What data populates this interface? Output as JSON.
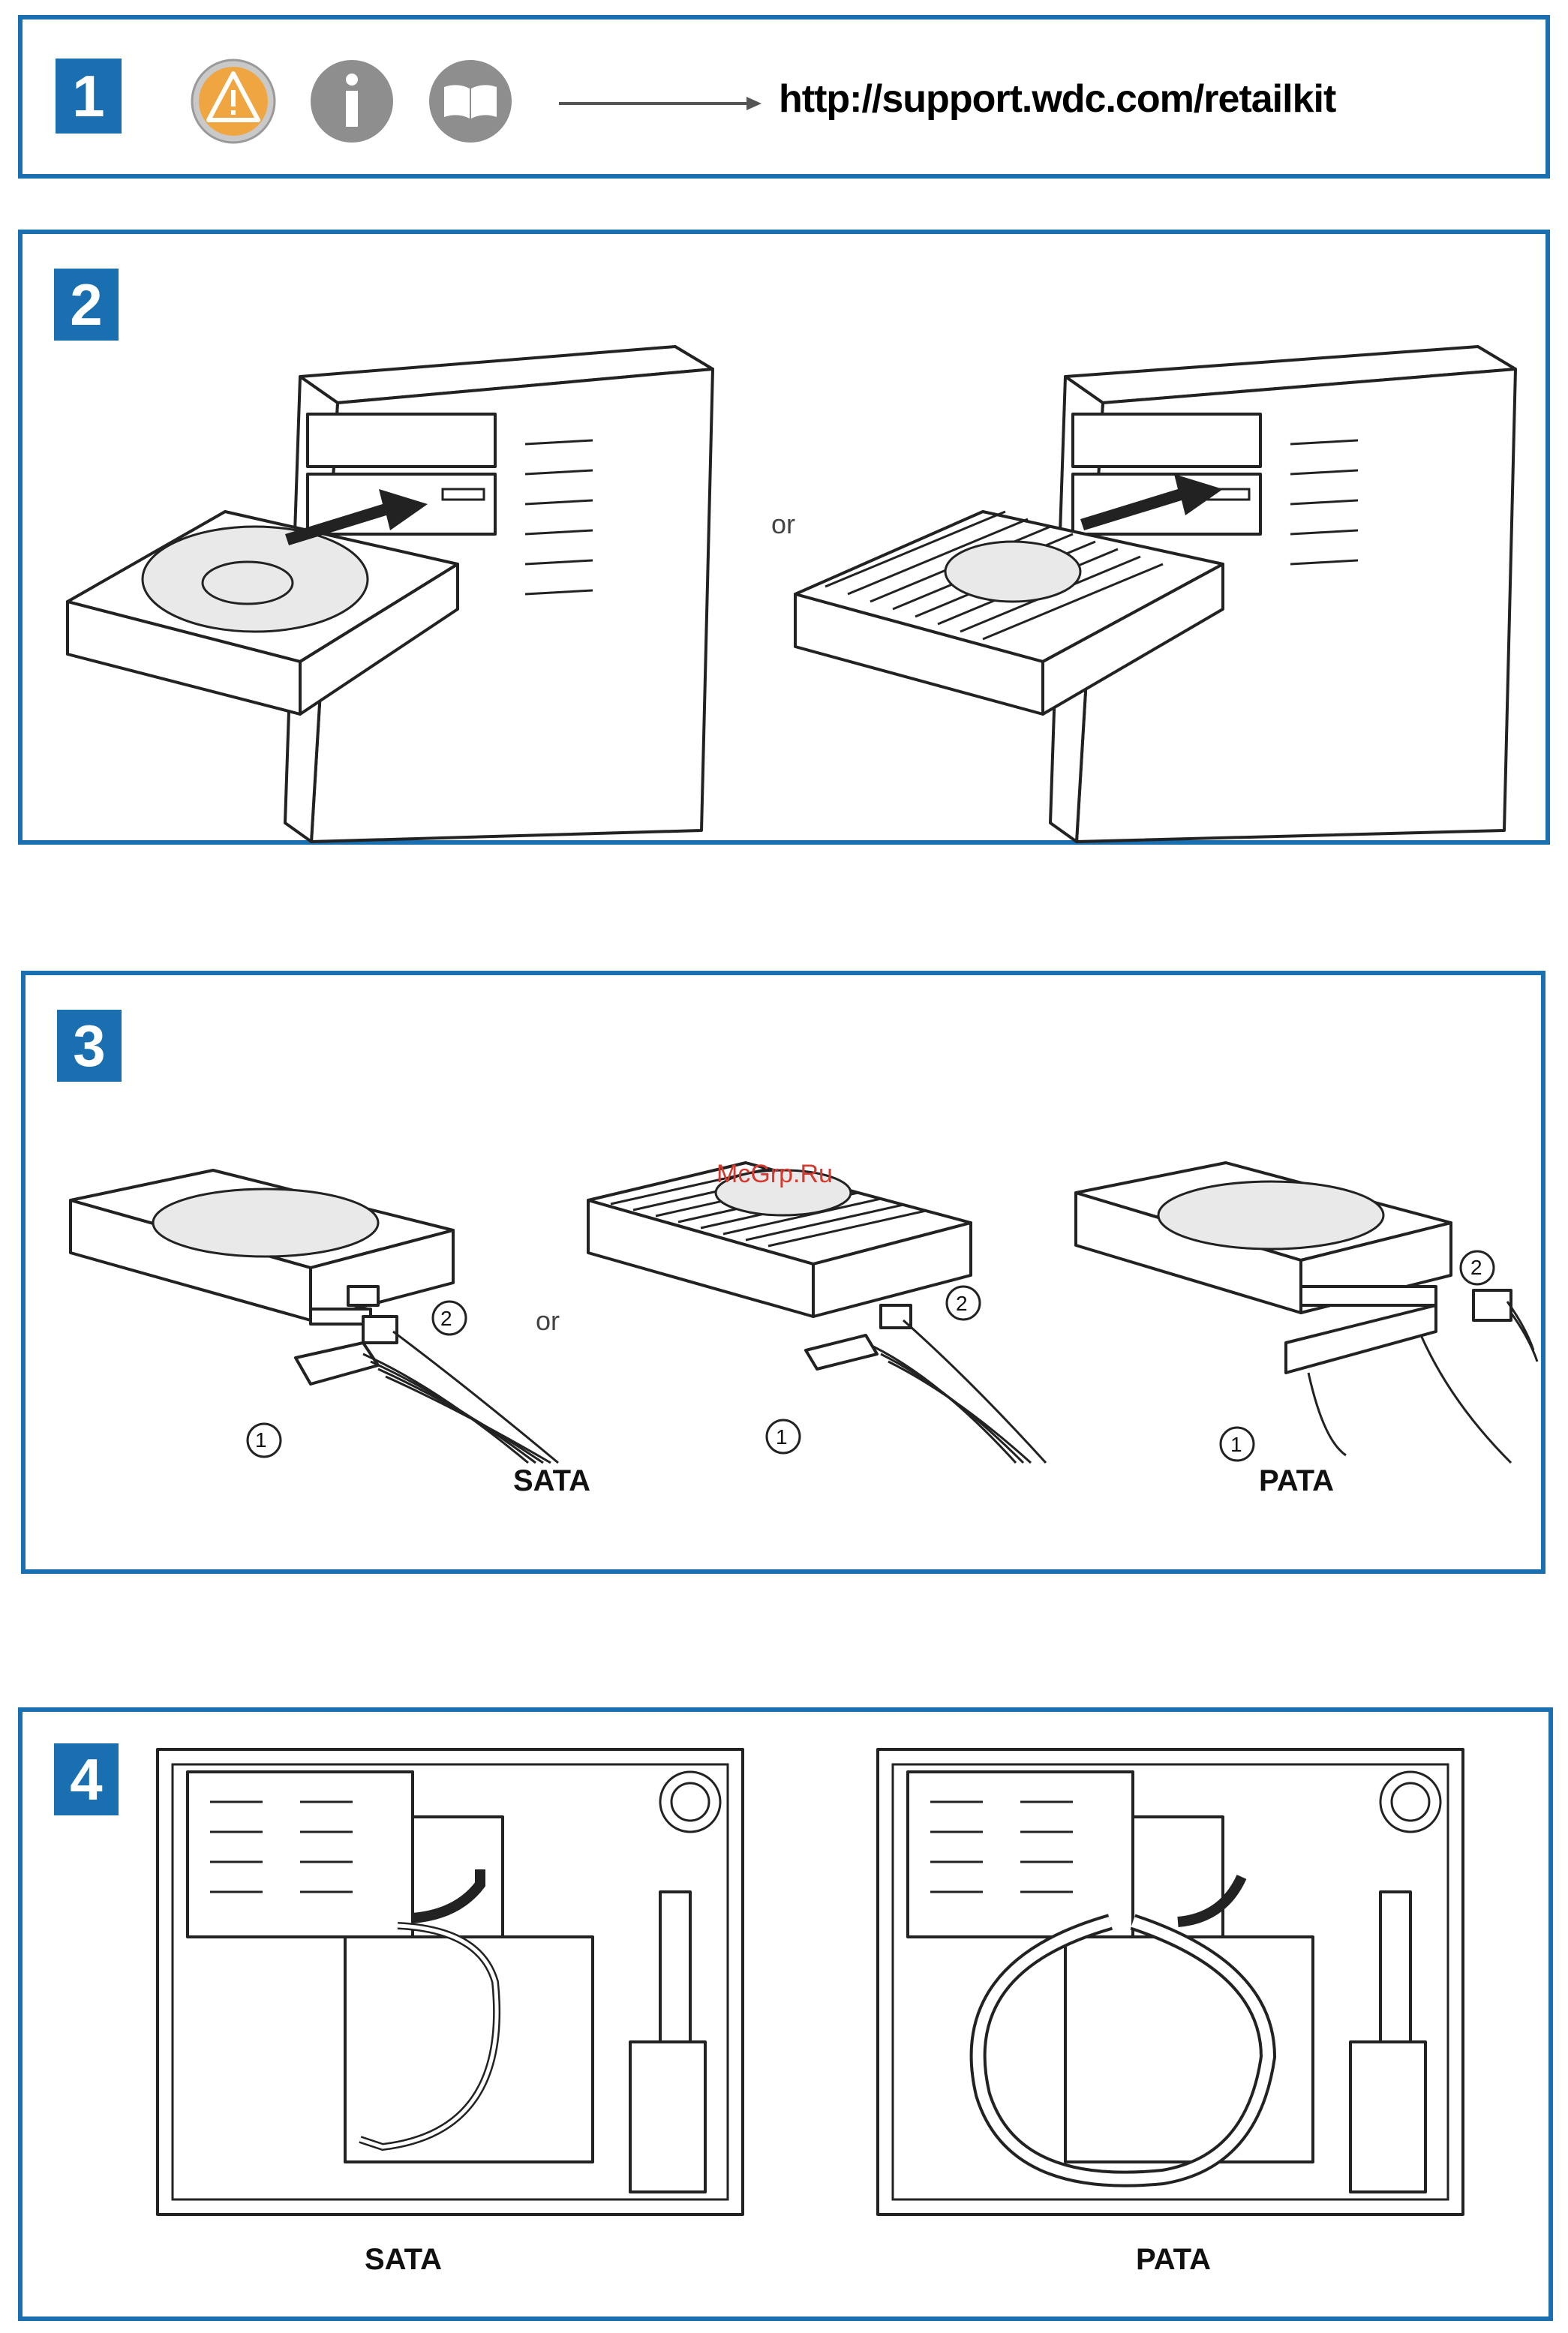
{
  "panel1": {
    "step": "1",
    "icons": [
      "warning-icon",
      "info-icon",
      "book-icon"
    ],
    "url": "http://support.wdc.com/retailkit"
  },
  "panel2": {
    "step": "2",
    "or_label": "or"
  },
  "panel3": {
    "step": "3",
    "or_label": "or",
    "callout_1": "1",
    "callout_2": "2",
    "sata_label": "SATA",
    "pata_label": "PATA",
    "watermark": "McGrp.Ru"
  },
  "panel4": {
    "step": "4",
    "sata_label": "SATA",
    "pata_label": "PATA"
  },
  "colors": {
    "accent": "#1a6fb0",
    "warning": "#f0a640"
  }
}
